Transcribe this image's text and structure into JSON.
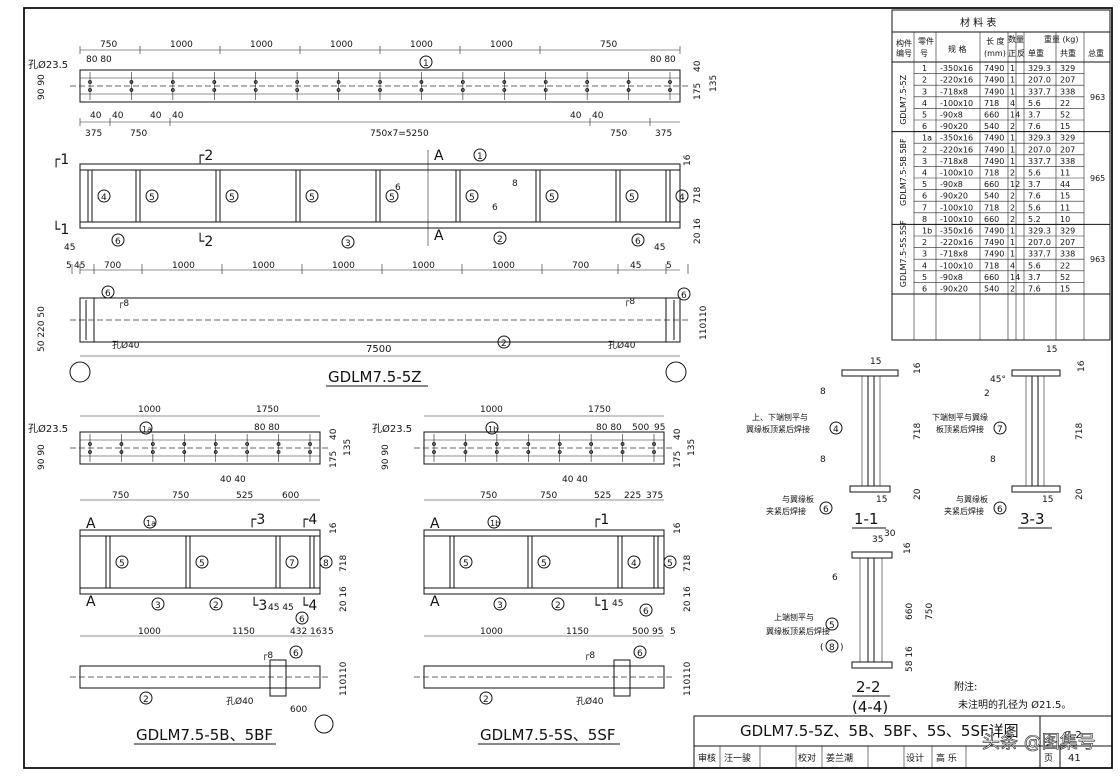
{
  "drawing": {
    "sheet_title": "GDLM7.5-5Z、5B、5BF、5S、5SF详图",
    "sheet_code": "G-2",
    "page_no": "41",
    "watermark": "头条 @图集号",
    "views": {
      "z_title": "GDLM7.5-5Z",
      "b_title": "GDLM7.5-5B、5BF",
      "s_title": "GDLM7.5-5S、5SF",
      "sec11": "1-1",
      "sec33": "3-3",
      "sec22": "2-2",
      "sec44": "(4-4)"
    },
    "labels": {
      "hole235": "孔Ø23.5",
      "hole40": "孔Ø40",
      "weld_note1": "上、下端刨平与",
      "weld_note1b": "翼缘板顶紧后焊接",
      "weld_note2": "与翼缘板",
      "weld_note2b": "夹紧后焊接",
      "weld_note3": "下端刨平与翼缘",
      "weld_note3b": "板顶紧后焊接",
      "weld_note4": "上端刨平与",
      "weld_note4b": "翼缘板顶紧后焊接",
      "note_title": "附注:",
      "note_text": "未注明的孔径为 Ø21.5。"
    },
    "dims_z": {
      "top": [
        "750",
        "1000",
        "1000",
        "1000",
        "1000",
        "1000",
        "750"
      ],
      "bottom1": [
        "375",
        "750",
        "750x7=5250",
        "750",
        "375"
      ],
      "mid": [
        "5",
        "45",
        "700",
        "1000",
        "1000",
        "1000",
        "1000",
        "1000",
        "700",
        "45",
        "5"
      ],
      "bottom": "7500",
      "side": [
        "40",
        "175",
        "135",
        "90",
        "90",
        "16",
        "718",
        "20",
        "16"
      ]
    },
    "title_block": {
      "review": "审核",
      "reviewer": "汪一骏",
      "check": "校对",
      "checker": "姜兰潮",
      "design": "设计",
      "designer": "高 乐",
      "page": "页"
    }
  },
  "material_table": {
    "title": "材 料 表",
    "headers": [
      "构件编号",
      "零件号",
      "规 格",
      "长 度(mm)",
      "数量 正",
      "数量 反",
      "重量(kg) 单重",
      "重量(kg) 共重",
      "重量(kg) 总重"
    ],
    "groups": [
      {
        "member": "GDLM7.5-5Z",
        "total": "963",
        "rows": [
          [
            "1",
            "-350x16",
            "7490",
            "1",
            "",
            "329.3",
            "329"
          ],
          [
            "2",
            "-220x16",
            "7490",
            "1",
            "",
            "207.0",
            "207"
          ],
          [
            "3",
            "-718x8",
            "7490",
            "1",
            "",
            "337.7",
            "338"
          ],
          [
            "4",
            "-100x10",
            "718",
            "4",
            "",
            "5.6",
            "22"
          ],
          [
            "5",
            "-90x8",
            "660",
            "14",
            "",
            "3.7",
            "52"
          ],
          [
            "6",
            "-90x20",
            "540",
            "2",
            "",
            "7.6",
            "15"
          ]
        ]
      },
      {
        "member": "GDLM7.5-5B.5BF",
        "total": "965",
        "rows": [
          [
            "1a",
            "-350x16",
            "7490",
            "1",
            "",
            "329.3",
            "329"
          ],
          [
            "2",
            "-220x16",
            "7490",
            "1",
            "",
            "207.0",
            "207"
          ],
          [
            "3",
            "-718x8",
            "7490",
            "1",
            "",
            "337.7",
            "338"
          ],
          [
            "4",
            "-100x10",
            "718",
            "2",
            "",
            "5.6",
            "11"
          ],
          [
            "5",
            "-90x8",
            "660",
            "12",
            "",
            "3.7",
            "44"
          ],
          [
            "6",
            "-90x20",
            "540",
            "2",
            "",
            "7.6",
            "15"
          ],
          [
            "7",
            "-100x10",
            "718",
            "2",
            "",
            "5.6",
            "11"
          ],
          [
            "8",
            "-100x10",
            "660",
            "2",
            "",
            "5.2",
            "10"
          ]
        ]
      },
      {
        "member": "GDLM7.5-5S.5SF",
        "total": "963",
        "rows": [
          [
            "1b",
            "-350x16",
            "7490",
            "1",
            "",
            "329.3",
            "329"
          ],
          [
            "2",
            "-220x16",
            "7490",
            "1",
            "",
            "207.0",
            "207"
          ],
          [
            "3",
            "-718x8",
            "7490",
            "1",
            "",
            "337.7",
            "338"
          ],
          [
            "4",
            "-100x10",
            "718",
            "4",
            "",
            "5.6",
            "22"
          ],
          [
            "5",
            "-90x8",
            "660",
            "14",
            "",
            "3.7",
            "52"
          ],
          [
            "6",
            "-90x20",
            "540",
            "2",
            "",
            "7.6",
            "15"
          ]
        ]
      }
    ]
  }
}
